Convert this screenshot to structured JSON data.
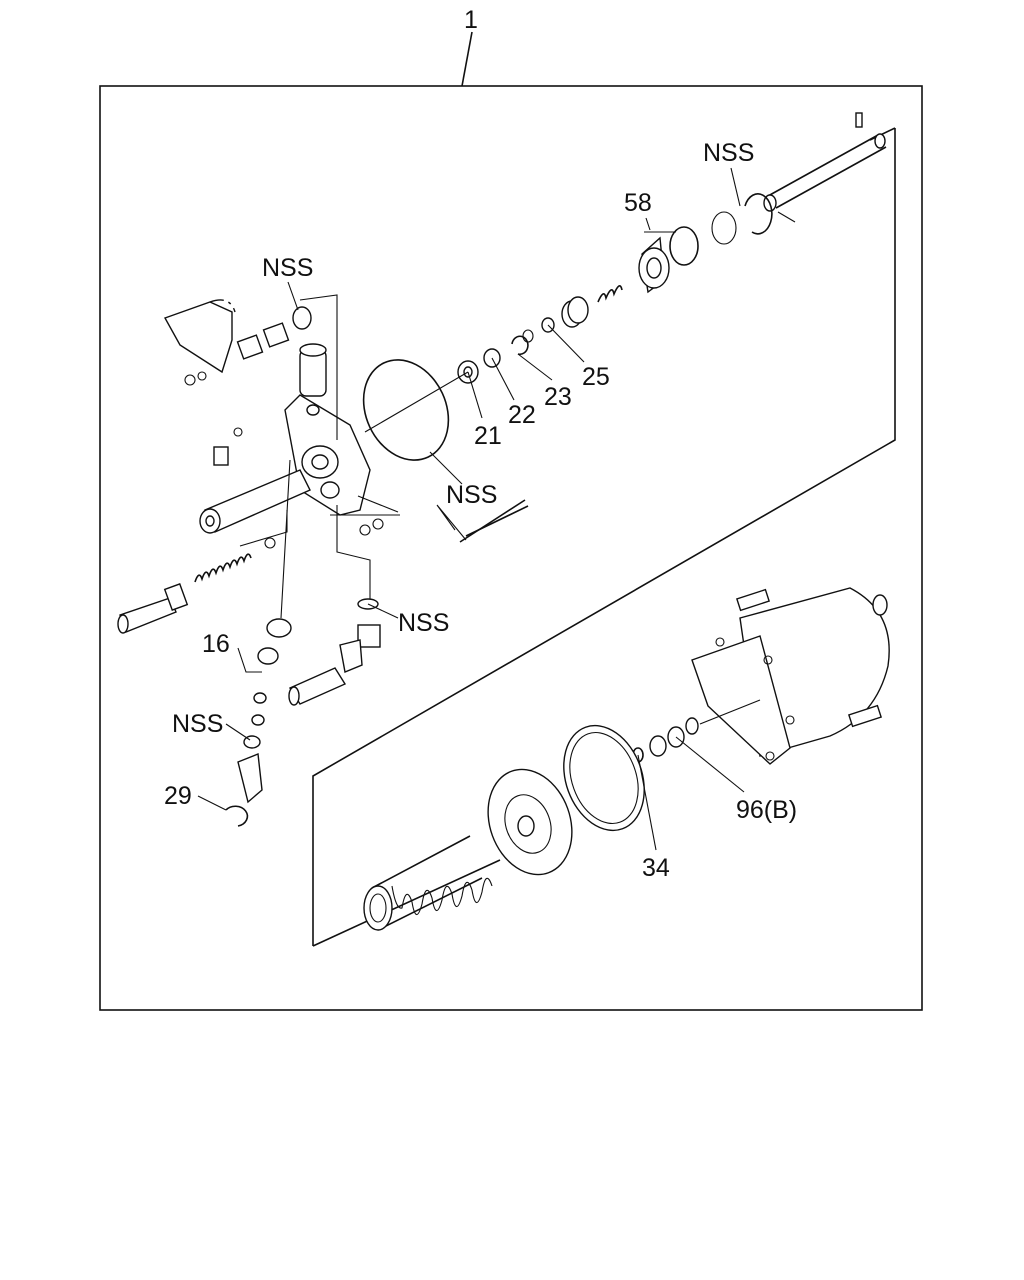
{
  "callouts": {
    "assembly": "1",
    "nss_clip_top": "NSS",
    "nss_left_top": "NSS",
    "p58": "58",
    "p25": "25",
    "p23": "23",
    "p22": "22",
    "p21": "21",
    "nss_oring": "NSS",
    "nss_washer": "NSS",
    "p16": "16",
    "nss_lower": "NSS",
    "p29": "29",
    "p96b": "96(B)",
    "p34": "34"
  }
}
